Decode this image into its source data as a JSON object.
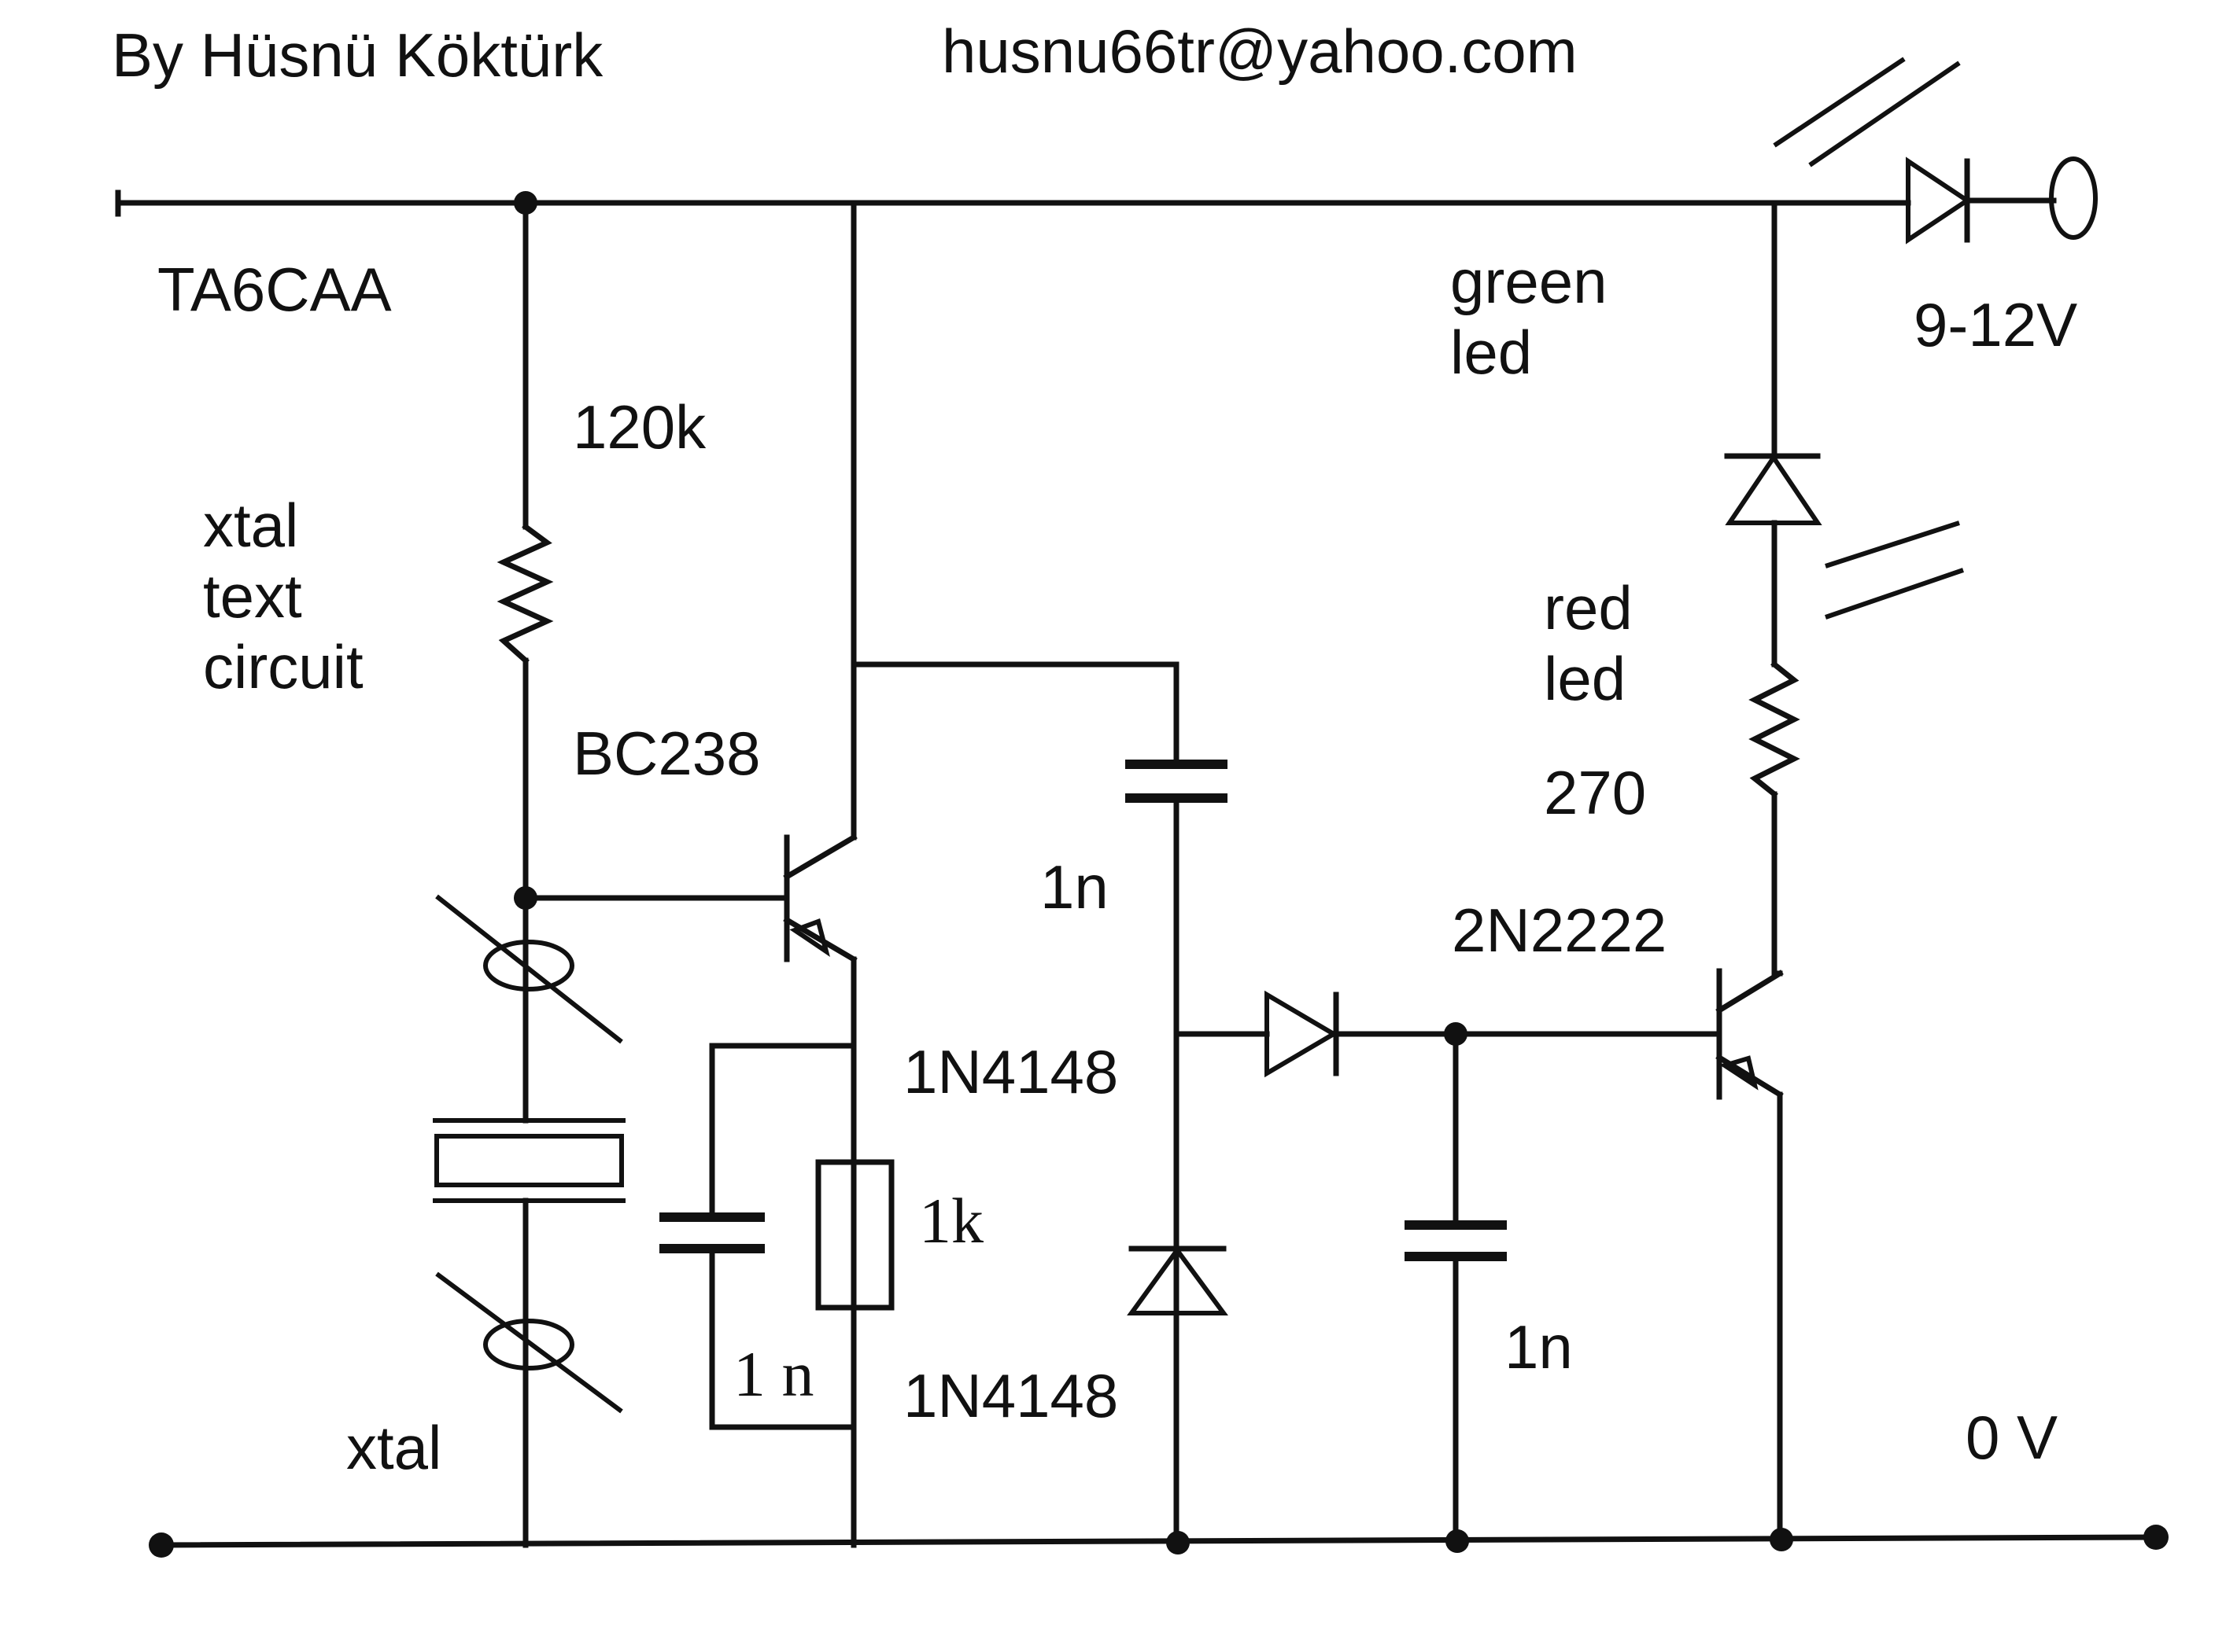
{
  "header": {
    "author": "By  Hüsnü Köktürk",
    "email": "husnu66tr@yahoo.com"
  },
  "labels": {
    "callsign": "TA6CAA",
    "title_line1": "xtal",
    "title_line2": "text",
    "title_line3": "circuit",
    "r_base": "120k",
    "q1": "BC238",
    "c_coupling": "1n",
    "d1": "1N4148",
    "r_emitter": "1k",
    "c_emitter": "1 n",
    "d2": "1N4148",
    "xtal": "xtal",
    "green_led_line1": "green",
    "green_led_line2": "led",
    "red_led_line1": "red",
    "red_led_line2": "led",
    "r_led": "270",
    "q2": "2N2222",
    "c_filter": "1n",
    "supply": "9-12V",
    "ground": "0 V"
  }
}
